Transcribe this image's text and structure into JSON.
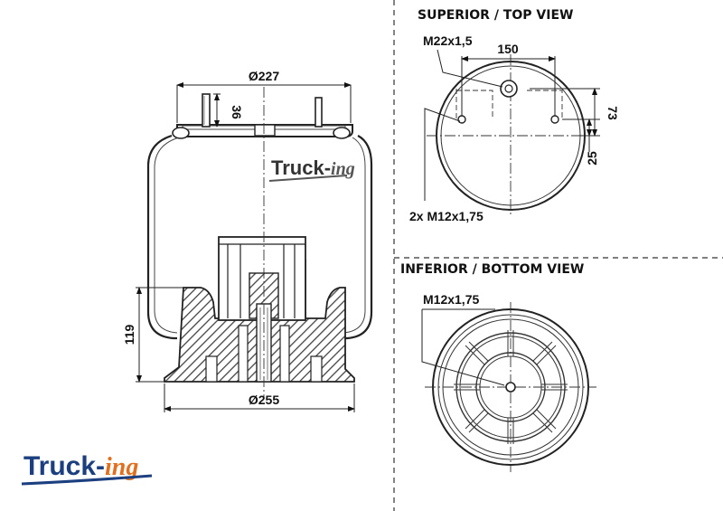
{
  "brand": {
    "name_main": "Truck-",
    "name_suffix": "ing",
    "color_main": "#1c3f80",
    "color_suffix": "#e07020"
  },
  "side_view": {
    "top_diameter": "Ø227",
    "bottom_diameter": "Ø255",
    "stud_height": "36",
    "overall_height": "119"
  },
  "top_view": {
    "heading": "SUPERIOR / TOP VIEW",
    "center_thread": "M22x1,5",
    "stud_spacing": "150",
    "offset_a": "73",
    "offset_b": "25",
    "side_threads": "2x M12x1,75"
  },
  "bottom_view": {
    "heading": "INFERIOR / BOTTOM VIEW",
    "center_thread": "M12x1,75"
  }
}
